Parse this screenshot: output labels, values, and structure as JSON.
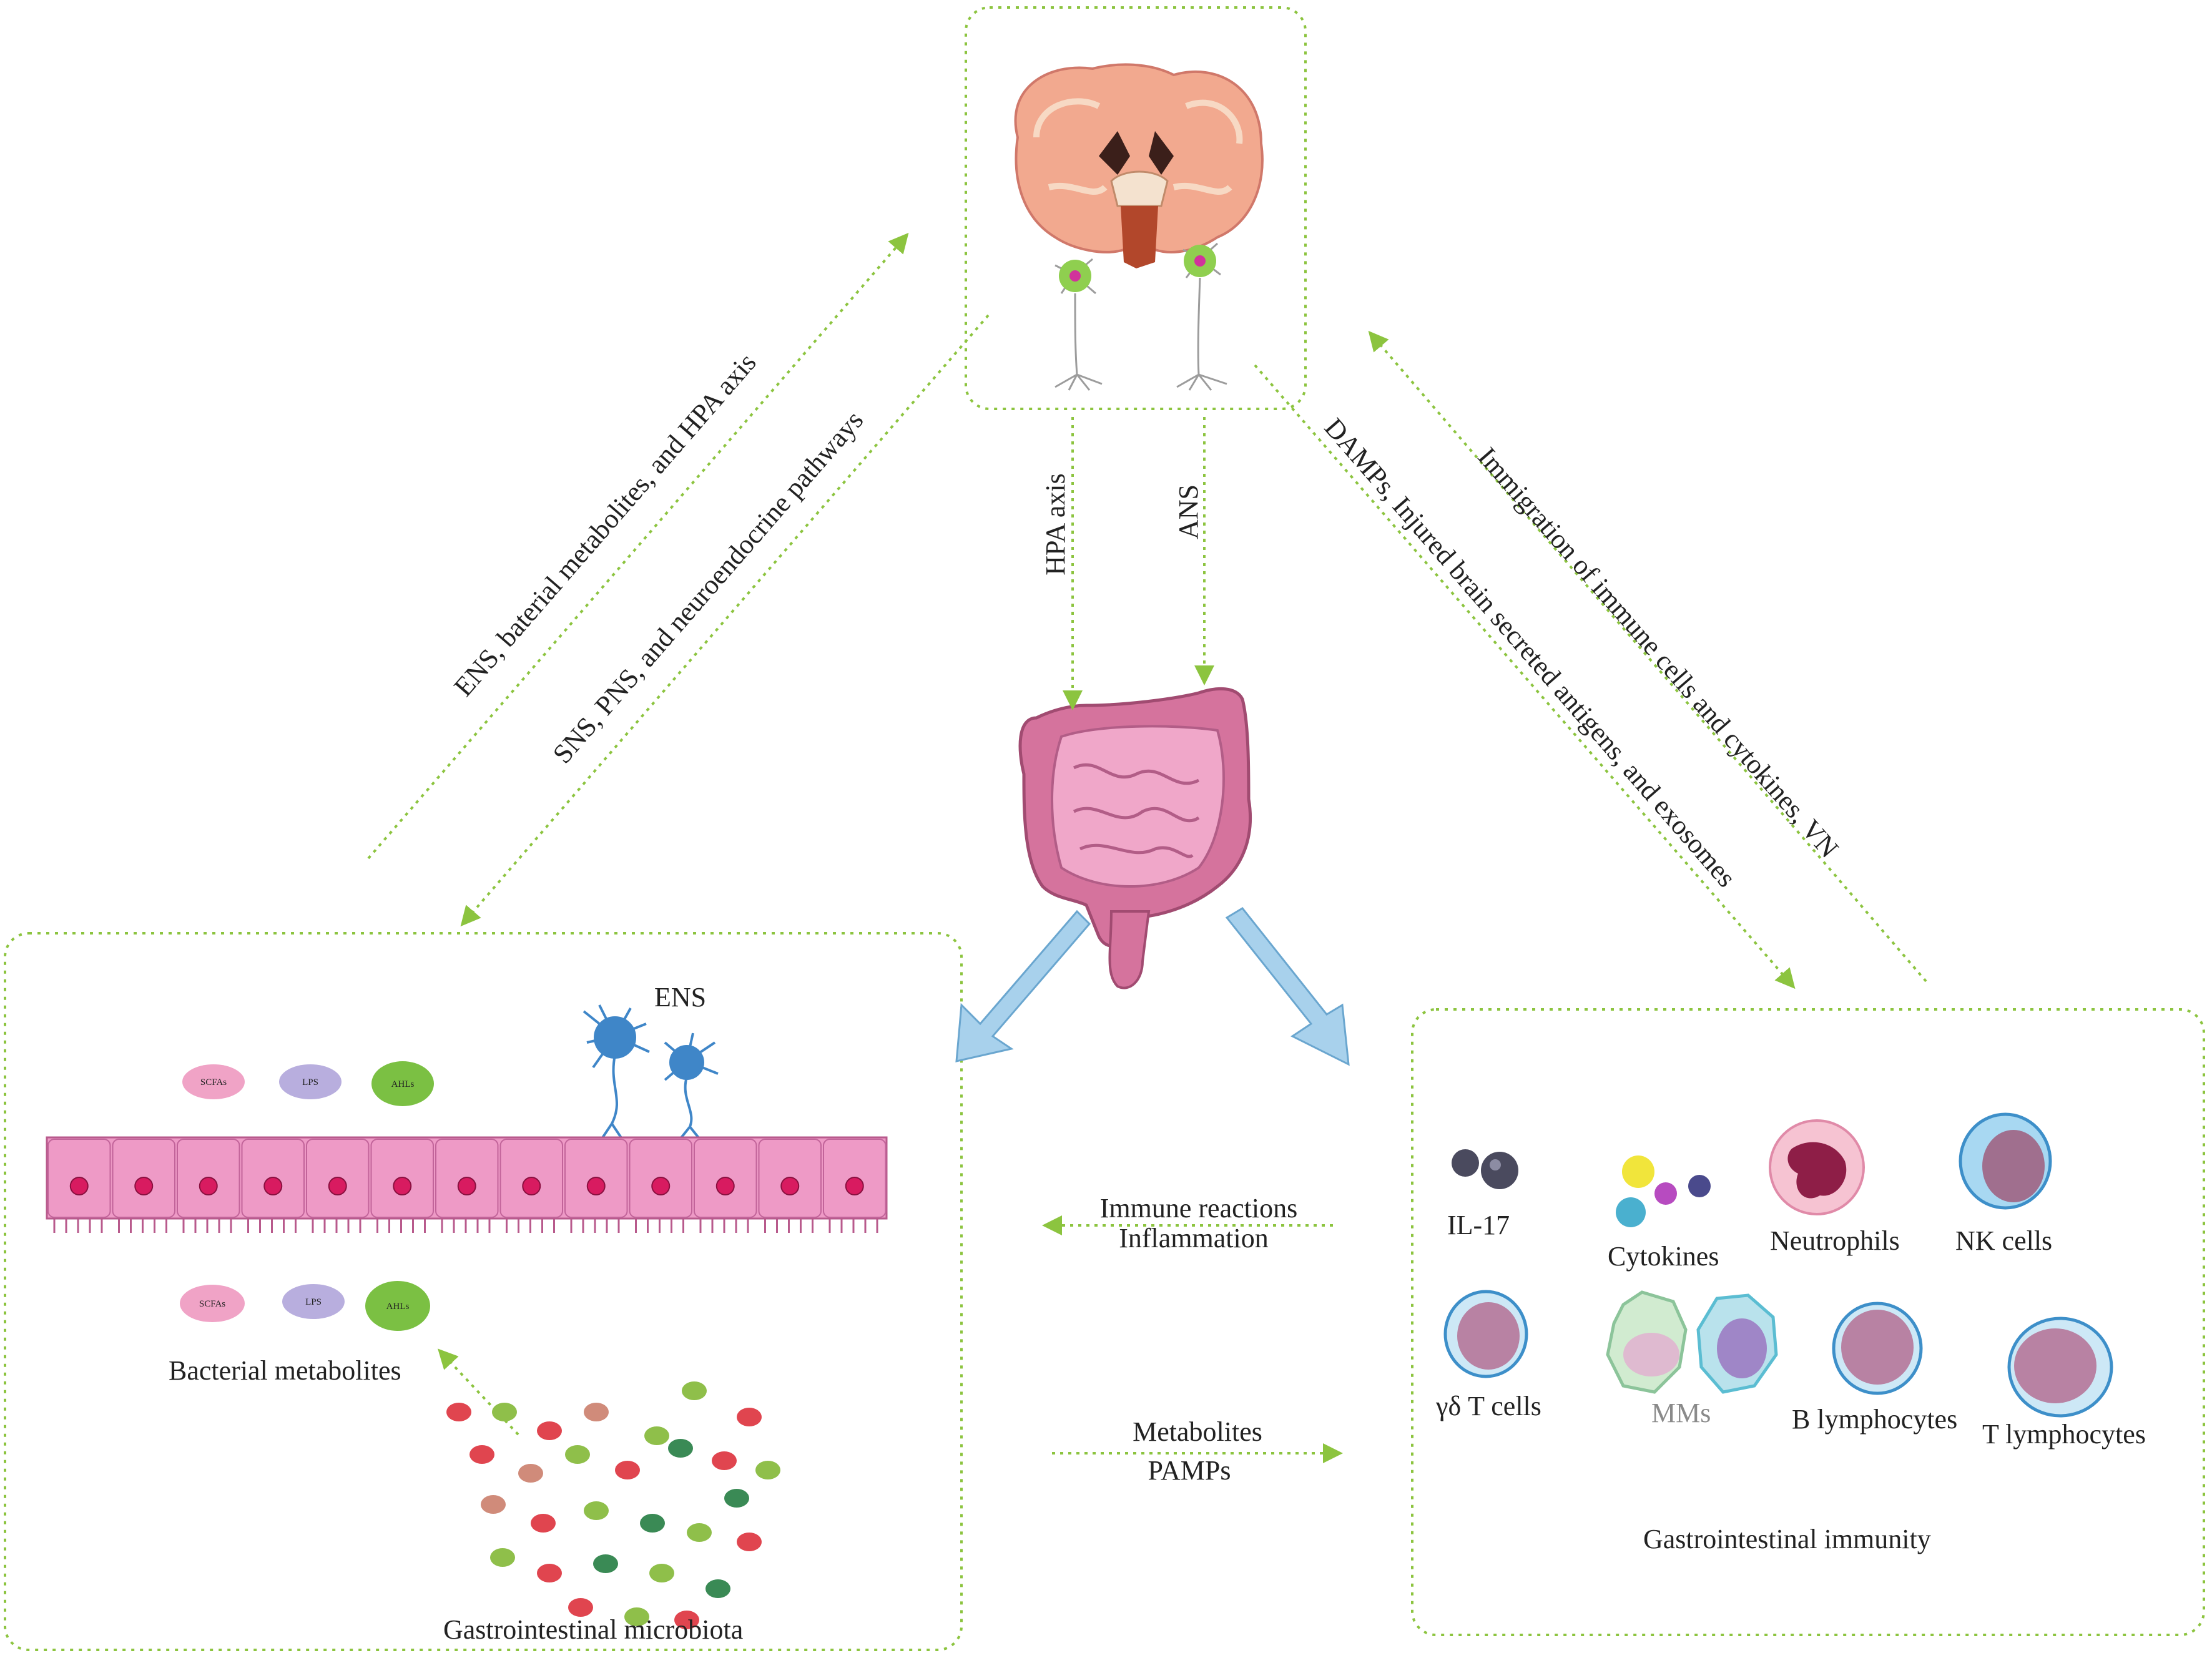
{
  "colors": {
    "arrow_green": "#8cc43f",
    "box_border": "#8cc43f",
    "flow_arrow_blue": "#a8d1ec",
    "cell_pink": "#e98fbd",
    "neuron_blue": "#3f86c8"
  },
  "edges": {
    "ens_to_brain": "ENS, baterial metabolites,  and HPA axis",
    "brain_to_gut_pathways": "SNS, PNS, and neuroendocrine pathways",
    "hpa": "HPA axis",
    "ans": "ANS",
    "brain_to_immunity": "DAMPs, Injured brain secreted antigens, and exosomes",
    "immunity_to_brain": "Immigration of immune cells and cytokines, VN",
    "immune_reactions": "Immune reactions",
    "inflammation": "Inflammation",
    "metabolites": "Metabolites",
    "pamps": "PAMPs"
  },
  "left_panel": {
    "ens_label": "ENS",
    "metabolite_chips": [
      "SCFAs",
      "LPS",
      "AHLs"
    ],
    "bacterial_metabolites": "Bacterial metabolites",
    "microbiota": "Gastrointestinal microbiota"
  },
  "right_panel": {
    "cells": {
      "il17": "IL-17",
      "cytokines": "Cytokines",
      "neutrophils": "Neutrophils",
      "nk": "NK cells",
      "gdt": "γδ T cells",
      "mms": "MMs",
      "b": "B lymphocytes",
      "t": "T lymphocytes"
    },
    "title": "Gastrointestinal immunity"
  }
}
